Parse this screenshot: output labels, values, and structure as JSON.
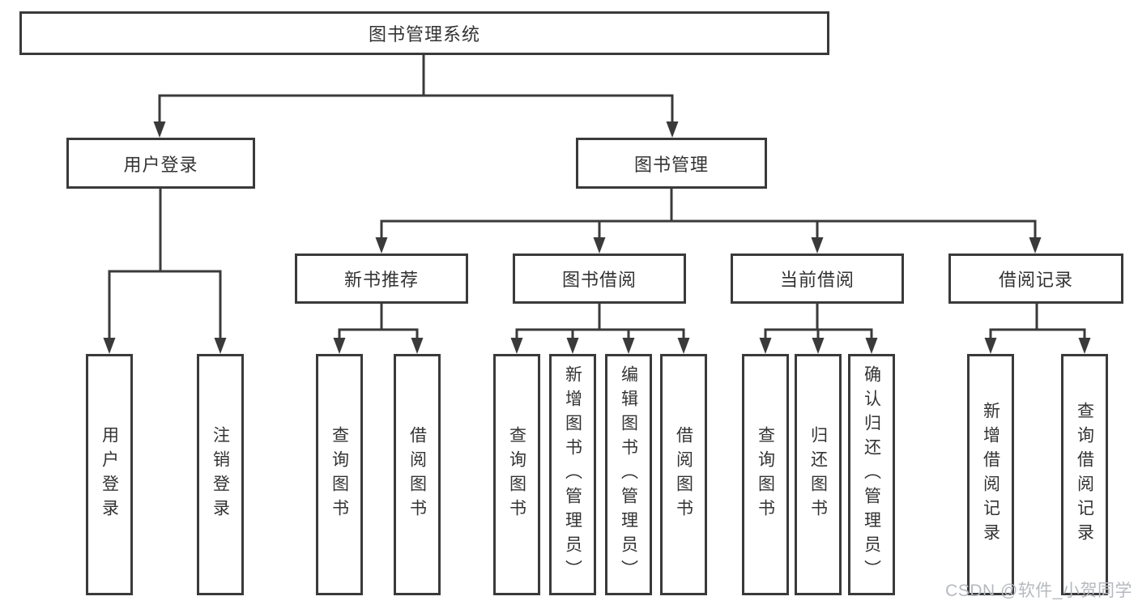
{
  "tree": {
    "root": "图书管理系统",
    "branches": [
      {
        "label": "用户登录",
        "leaves": [
          "用户登录",
          "注销登录"
        ]
      },
      {
        "label": "图书管理",
        "groups": [
          {
            "label": "新书推荐",
            "leaves": [
              "查询图书",
              "借阅图书"
            ]
          },
          {
            "label": "图书借阅",
            "leaves": [
              "查询图书",
              "新增图书（管理员）",
              "编辑图书（管理员）",
              "借阅图书"
            ]
          },
          {
            "label": "当前借阅",
            "leaves": [
              "查询图书",
              "归还图书",
              "确认归还（管理员）"
            ]
          },
          {
            "label": "借阅记录",
            "leaves": [
              "新增借阅记录",
              "查询借阅记录"
            ]
          }
        ]
      }
    ]
  },
  "watermark": "CSDN @软件_小贺同学",
  "colors": {
    "line": "#3a3a3a",
    "text": "#333333",
    "watermark_text": "#b5b9be",
    "background": "#ffffff"
  }
}
